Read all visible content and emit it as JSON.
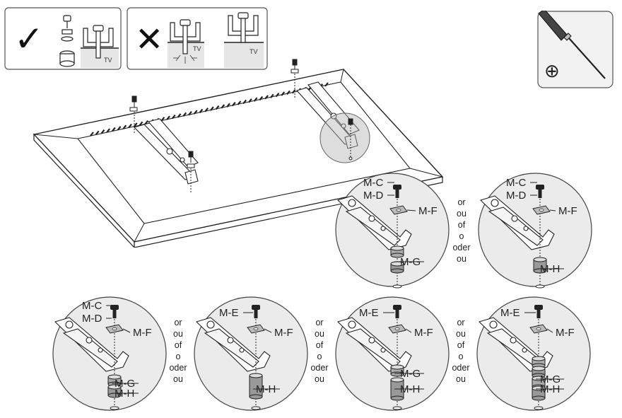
{
  "top_panels": {
    "correct_mark": "✓",
    "wrong_mark": "✕",
    "tv_label": "TV"
  },
  "tool": {
    "screwdriver_type": "⊕"
  },
  "or_words": [
    "or",
    "ou",
    "of",
    "o",
    "oder",
    "ou"
  ],
  "details": [
    {
      "id": "detail-1",
      "labels": [
        "M-C",
        "M-D",
        "M-F",
        "M-G"
      ]
    },
    {
      "id": "detail-2",
      "labels": [
        "M-C",
        "M-D",
        "M-F",
        "M-H"
      ]
    },
    {
      "id": "detail-3",
      "labels": [
        "M-C",
        "M-D",
        "M-F",
        "M-G",
        "M-H"
      ]
    },
    {
      "id": "detail-4",
      "labels": [
        "M-E",
        "M-F",
        "M-H"
      ]
    },
    {
      "id": "detail-5",
      "labels": [
        "M-E",
        "M-F",
        "M-G",
        "M-H"
      ]
    },
    {
      "id": "detail-6",
      "labels": [
        "M-E",
        "M-F",
        "M-G",
        "M-H"
      ]
    }
  ]
}
